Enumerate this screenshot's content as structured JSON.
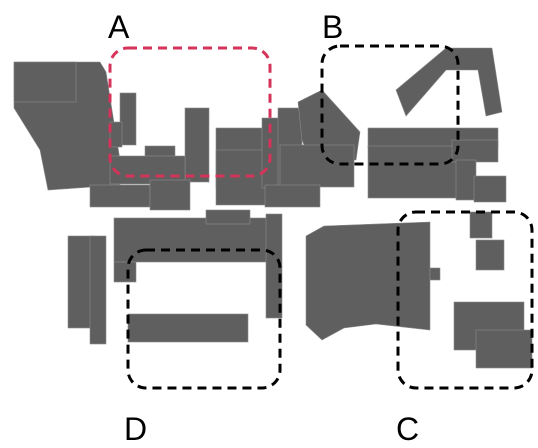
{
  "regions": [
    {
      "id": "A",
      "label": "A",
      "color": "#d6335a"
    },
    {
      "id": "B",
      "label": "B",
      "color": "#000000"
    },
    {
      "id": "C",
      "label": "C",
      "color": "#000000"
    },
    {
      "id": "D",
      "label": "D",
      "color": "#000000"
    }
  ],
  "building_color": "#5f5f5f"
}
